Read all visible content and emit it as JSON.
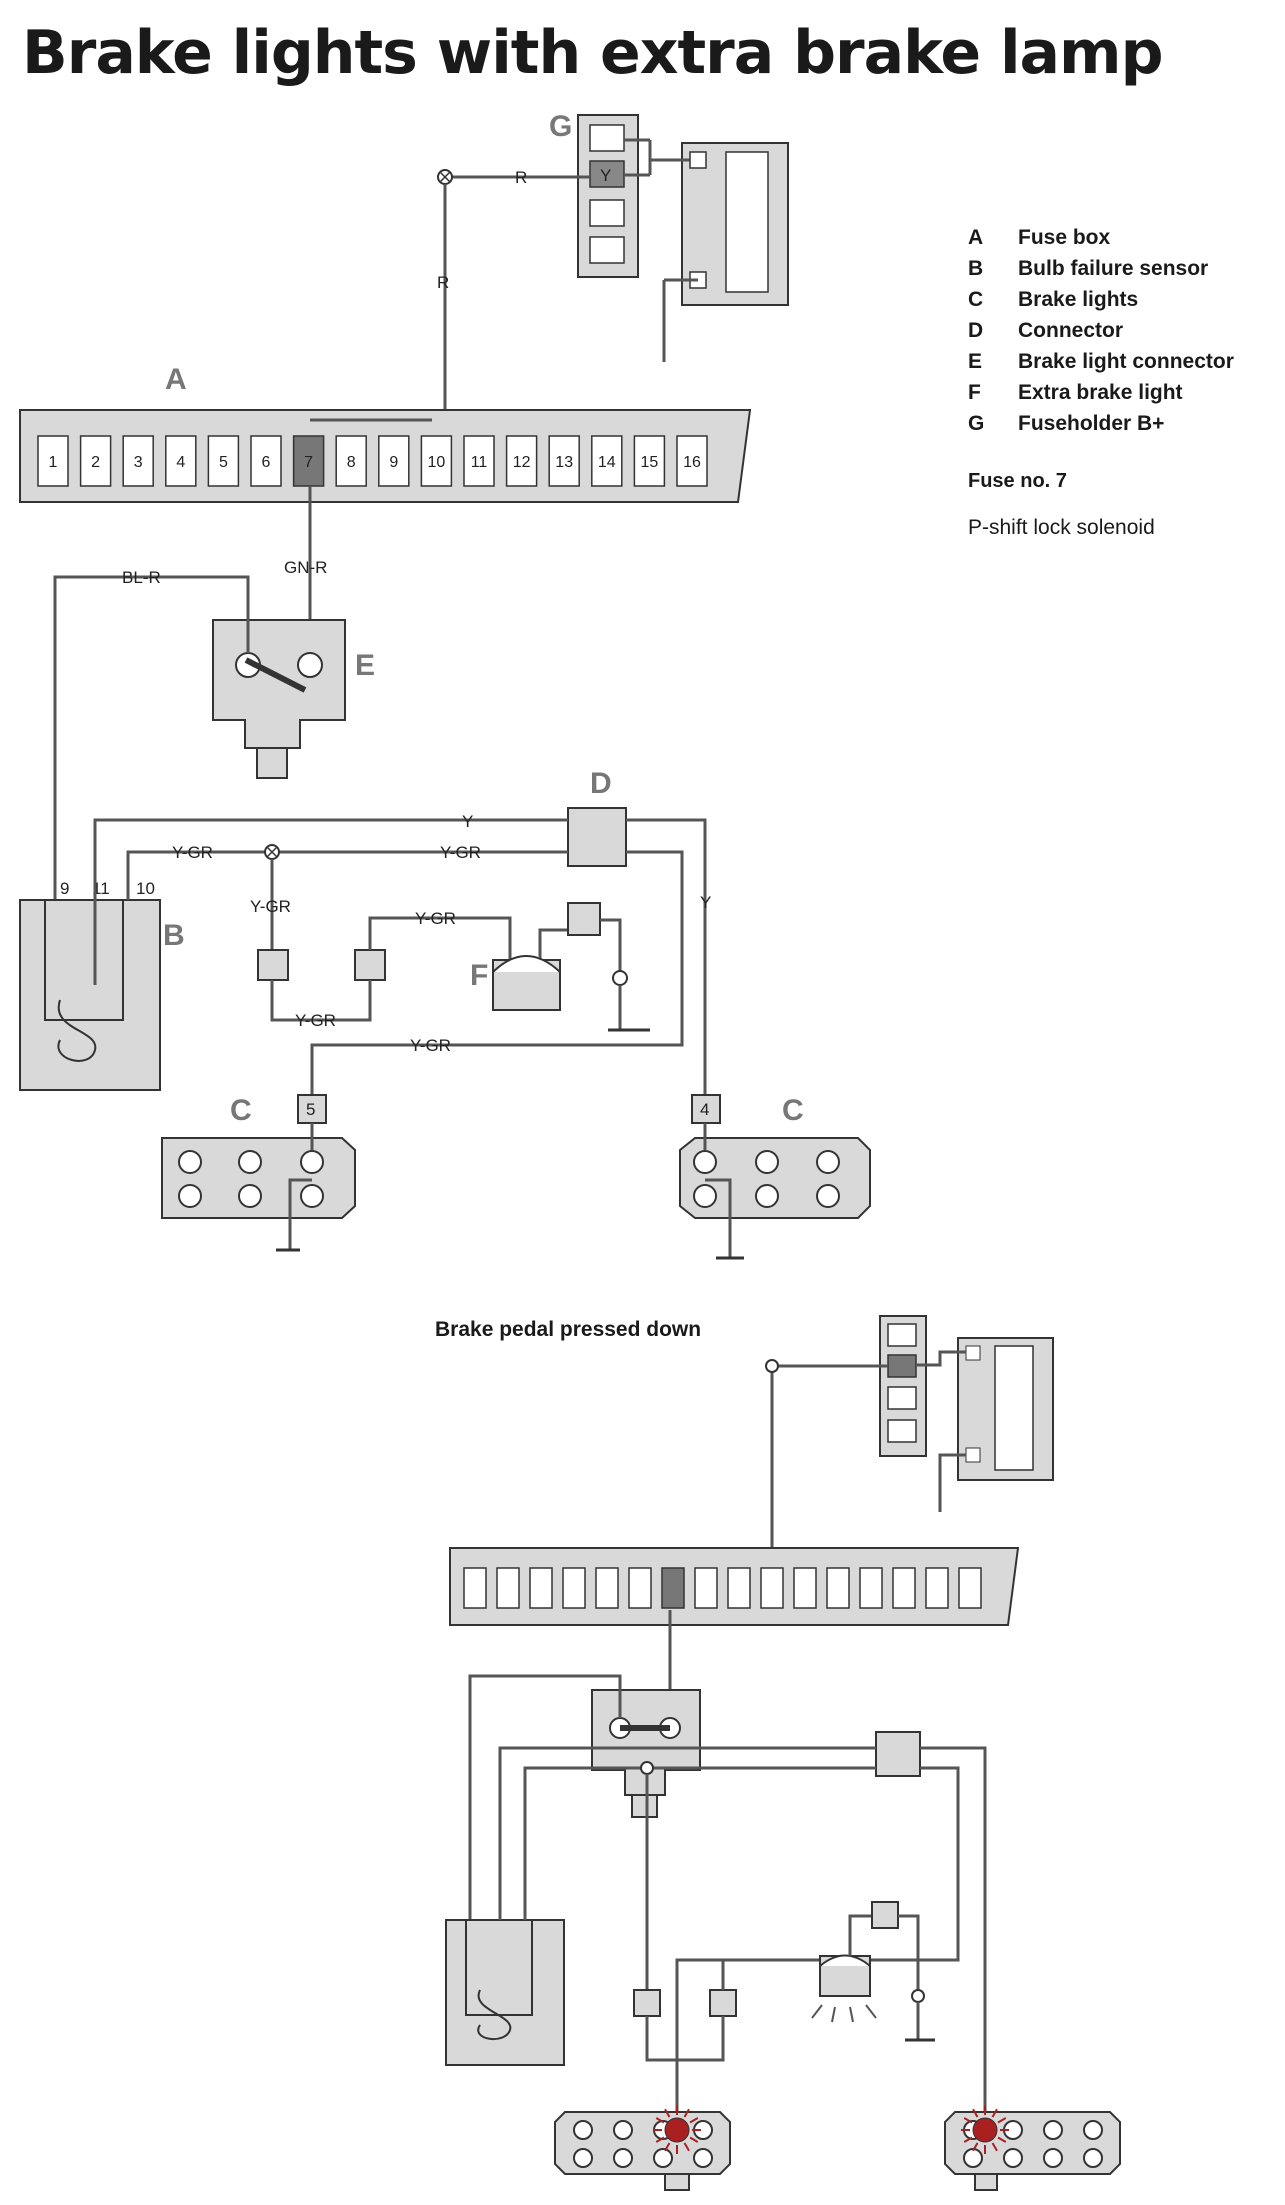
{
  "title": "Brake lights with extra brake lamp",
  "legend": [
    {
      "letter": "A",
      "text": "Fuse box"
    },
    {
      "letter": "B",
      "text": "Bulb failure sensor"
    },
    {
      "letter": "C",
      "text": "Brake lights"
    },
    {
      "letter": "D",
      "text": "Connector"
    },
    {
      "letter": "E",
      "text": "Brake light connector"
    },
    {
      "letter": "F",
      "text": "Extra brake light"
    },
    {
      "letter": "G",
      "text": "Fuseholder B+"
    }
  ],
  "fuse_note": "Fuse no. 7",
  "fuse_desc": "P-shift lock solenoid",
  "subtitle": "Brake pedal pressed down",
  "component_labels": {
    "a": "A",
    "b": "B",
    "c1": "C",
    "c2": "C",
    "d": "D",
    "e": "E",
    "f": "F",
    "g": "G"
  },
  "fuse_numbers": [
    "1",
    "2",
    "3",
    "4",
    "5",
    "6",
    "7",
    "8",
    "9",
    "10",
    "11",
    "12",
    "13",
    "14",
    "15",
    "16"
  ],
  "wire_labels": {
    "r_top": "R",
    "r_vert": "R",
    "gn_r": "GN-R",
    "bl_r": "BL-R",
    "y_top": "Y",
    "y_gr_1": "Y-GR",
    "y_gr_2": "Y-GR",
    "y_gr_3": "Y-GR",
    "y_gr_4": "Y-GR",
    "y_gr_5": "Y-GR",
    "y_gr_6": "Y-GR",
    "y_right": "Y",
    "g_fuse": "Y"
  },
  "pin_labels": {
    "p9": "9",
    "p11": "11",
    "p10": "10",
    "c_left": "5",
    "c_right": "4"
  },
  "colors": {
    "line": "#555555",
    "box_fill": "#d9d9d9",
    "active_fuse": "#777777",
    "lamp_glow": "#aa2020"
  }
}
